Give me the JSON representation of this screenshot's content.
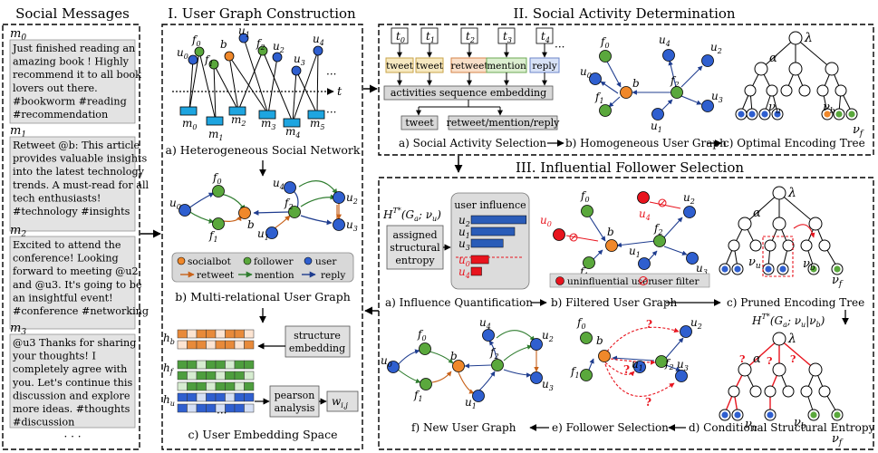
{
  "social_messages": {
    "title": "Social Messages",
    "messages": [
      {
        "id": "m0",
        "lines": [
          "Just finished reading an",
          "amazing book ! Highly",
          "recommend it to all book",
          "lovers out there.",
          "#bookworm #reading",
          "#recommendation"
        ]
      },
      {
        "id": "m1",
        "lines": [
          "Retweet @b: This article",
          "provides valuable insights",
          "into the latest technology",
          "trends. A must-read for all",
          "tech enthusiasts!",
          "#technology #insights"
        ]
      },
      {
        "id": "m2",
        "lines": [
          "Excited to attend the",
          "conference! Looking",
          "forward to meeting @u2",
          "and @u3. It's going to be",
          "an insightful event!",
          "#conference #networking"
        ]
      },
      {
        "id": "m3",
        "lines": [
          "@u3 Thanks for sharing",
          "your thoughts! I",
          "completely agree with",
          "you. Let's continue this",
          "discussion and explore",
          "more ideas. #thoughts",
          "#discussion"
        ]
      }
    ],
    "ellipsis": "· · ·"
  },
  "section1": {
    "title": "I. User Graph Construction",
    "a_caption": "a) Heterogeneous Social Network",
    "b_caption": "b) Multi-relational User Graph",
    "c_caption": "c) User Embedding Space",
    "time_label": "t",
    "legend": {
      "socialbot": "socialbot",
      "follower": "follower",
      "user": "user",
      "retweet": "retweet",
      "mention": "mention",
      "reply": "reply"
    },
    "structure_embedding": [
      "structure",
      "embedding"
    ],
    "pearson": [
      "pearson",
      "analysis"
    ],
    "weight": "w i,j",
    "rows": [
      "h b",
      "h f",
      "h u"
    ]
  },
  "section2": {
    "title": "II. Social Activity Determination",
    "times": [
      "t0",
      "t1",
      "t2",
      "t3",
      "t4"
    ],
    "activities": [
      "tweet",
      "tweet",
      "retweet",
      "mention",
      "reply"
    ],
    "sequence_embedding": "activities sequence embedding",
    "out_tweet": "tweet",
    "out_other": "retweet/mention/reply",
    "a_caption": "a) Social Activity Selection",
    "b_caption": "b) Homogeneous User Graph",
    "c_caption": "c) Optimal Encoding Tree"
  },
  "section3": {
    "title": "III. Influential Follower Selection",
    "entropy_expr": "H T* (G a ; ν u )",
    "assigned": [
      "assigned",
      "structural",
      "entropy"
    ],
    "user_influence": "user influence",
    "influence_values": [
      {
        "user": "u2",
        "value": 0.95,
        "color": "#2a5cb8"
      },
      {
        "user": "u1",
        "value": 0.75,
        "color": "#2a5cb8"
      },
      {
        "user": "u3",
        "value": 0.55,
        "color": "#2a5cb8"
      },
      {
        "user": "u0",
        "value": 0.3,
        "color": "#e8141e"
      },
      {
        "user": "u4",
        "value": 0.18,
        "color": "#e8141e"
      }
    ],
    "uninfluential_legend": "uninfluential user",
    "filter_legend": "user filter",
    "cond_expr": "H T* (G a ; ν u | ν b )",
    "a_caption": "a) Influence Quantification",
    "b_caption": "b) Filtered User Graph",
    "c_caption": "c) Pruned Encoding Tree",
    "d_caption": "d) Conditional Structural Entropy",
    "e_caption": "e) Follower Selection",
    "f_caption": "f) New User Graph",
    "question": "?"
  }
}
